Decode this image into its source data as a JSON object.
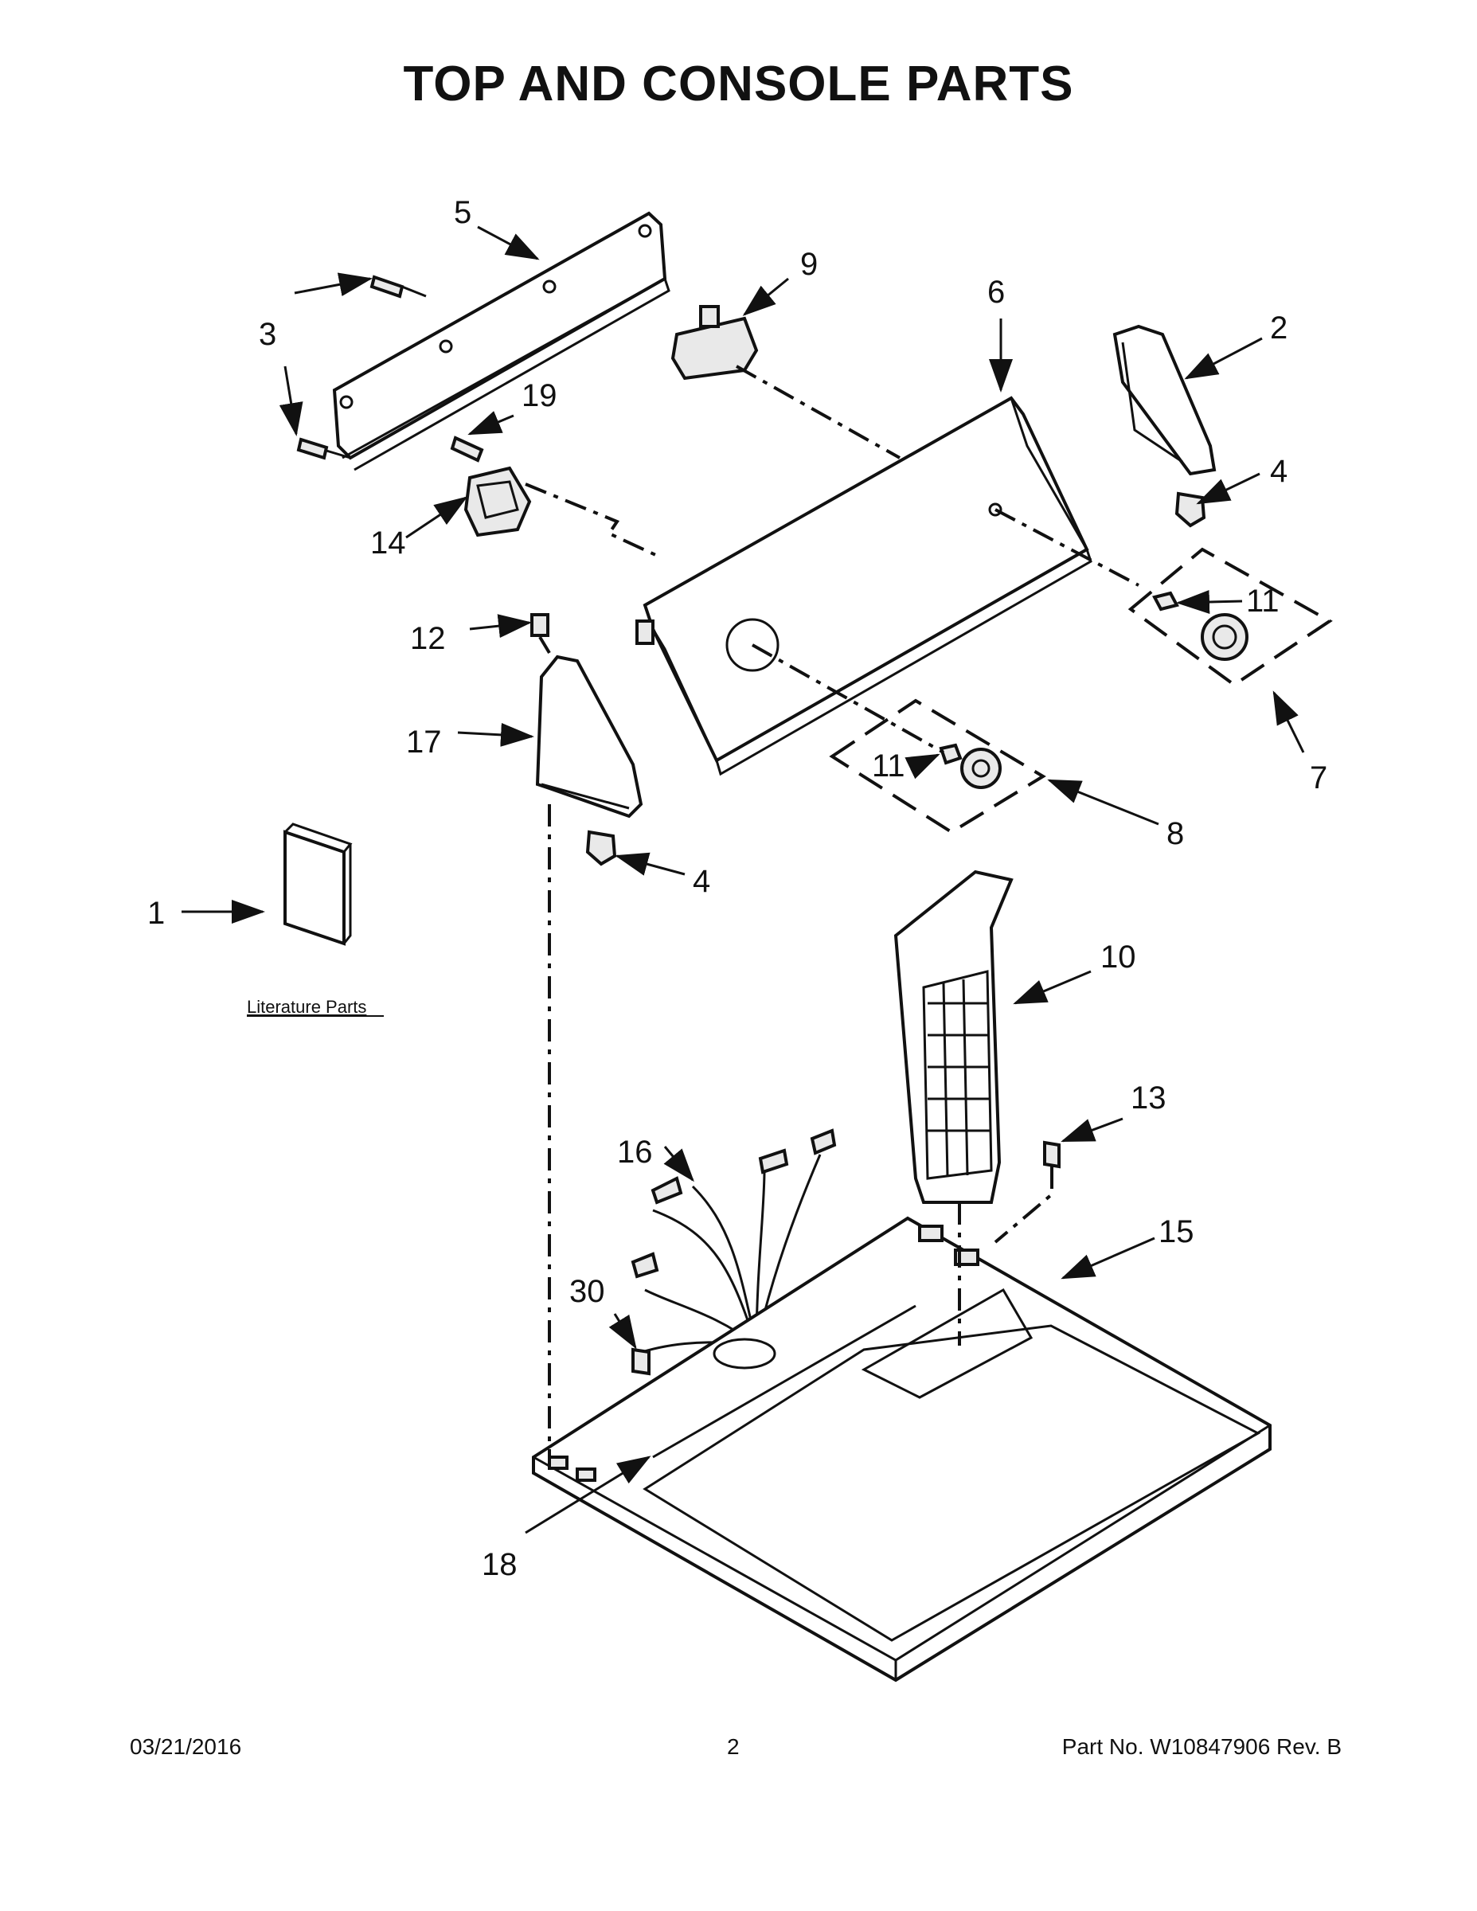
{
  "title": "TOP AND CONSOLE PARTS",
  "literature_label": "Literature Parts",
  "callouts": {
    "c1": "1",
    "c2": "2",
    "c3": "3",
    "c4a": "4",
    "c4b": "4",
    "c5": "5",
    "c6": "6",
    "c7": "7",
    "c8": "8",
    "c9": "9",
    "c10": "10",
    "c11a": "11",
    "c11b": "11",
    "c12": "12",
    "c13": "13",
    "c14": "14",
    "c15": "15",
    "c16": "16",
    "c17": "17",
    "c18": "18",
    "c19": "19",
    "c30": "30"
  },
  "footer": {
    "date": "03/21/2016",
    "page": "2",
    "part_no": "Part No.  W10847906  Rev.  B"
  }
}
